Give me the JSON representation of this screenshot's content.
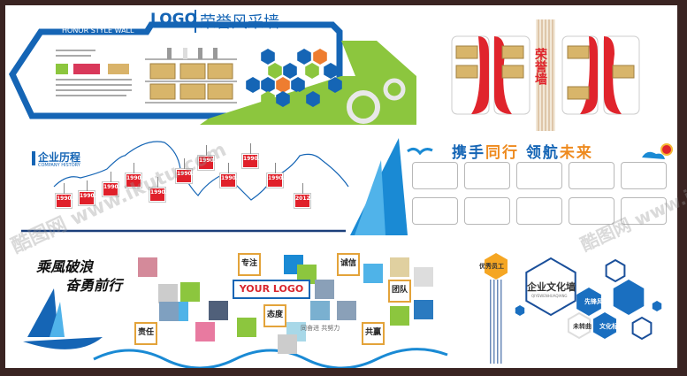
{
  "honor_style_wall": {
    "logo": "LOGO",
    "title": "荣誉风采墙",
    "subtitle": "HONOR STYLE WALL",
    "colors": {
      "blue": "#1565b5",
      "green": "#8cc63e",
      "orange": "#ee7d30"
    }
  },
  "honor_cabinet": {
    "title": "荣誉墙",
    "colors": {
      "red": "#e0242c"
    }
  },
  "company_history": {
    "title": "企业历程",
    "subtitle": "COMPANY HISTORY",
    "years": [
      "1990.",
      "1990.",
      "1990.",
      "1990.",
      "1990.",
      "1990.",
      "1990.",
      "1990.",
      "1990.",
      "1990.",
      "2012."
    ]
  },
  "slogan_wall": {
    "slogan_part1": "携手",
    "slogan_part2": "同行",
    "slogan_part3": "领航",
    "slogan_part4": "未来",
    "frame_count": 10
  },
  "culture_tiles": {
    "calligraphy_line1": "乘風破浪",
    "calligraphy_line2": "奋勇前行",
    "logo": "YOUR LOGO",
    "tiles": [
      "专注",
      "诚信",
      "团队",
      "态度",
      "责任",
      "共赢"
    ],
    "motto": "同奋进 共努力"
  },
  "culture_wall": {
    "title": "企业文化墙",
    "pinyin": "QIYEWENHUAQIANG",
    "hex_labels": [
      "优秀员工",
      "先锋风采",
      "未转曲",
      "文化标语"
    ]
  },
  "watermark": "酷图网 www.ikutu.com"
}
